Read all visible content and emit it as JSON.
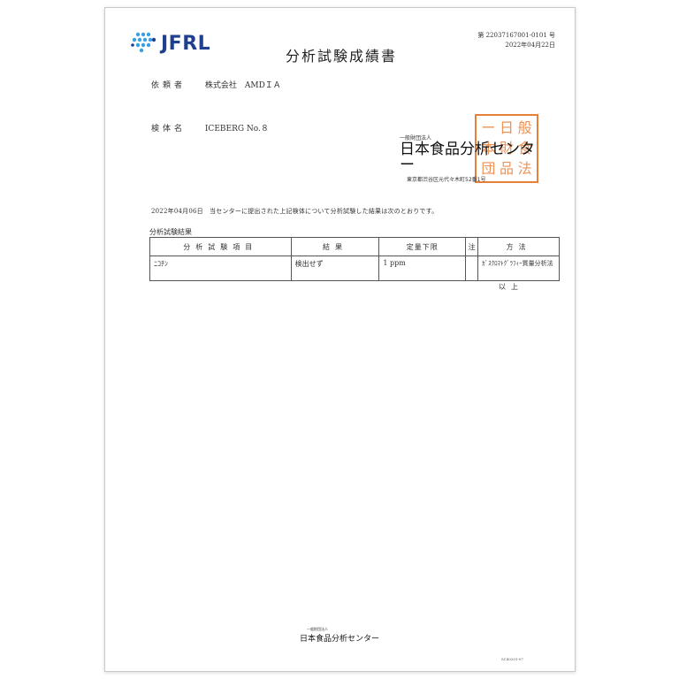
{
  "logo": {
    "text": "JFRL"
  },
  "title": "分析試験成績書",
  "doc_number": "第 22037167001-0101 号",
  "doc_date": "2022年04月22日",
  "client": {
    "label": "依頼者",
    "value": "株式会社　AMDＩＡ"
  },
  "sample": {
    "label": "検体名",
    "value": "ICEBERG No.８"
  },
  "issuer": {
    "org_type": "一般財団法人",
    "name": "日本食品分析センター",
    "address": "東京都渋谷区元代々木町52番1号"
  },
  "seal_glyphs": [
    "ー",
    "日",
    "般",
    "本",
    "財",
    "食",
    "団",
    "品",
    "法"
  ],
  "statement": "2022年04月06日　当センターに提出された上記検体について分析試験した結果は次のとおりです。",
  "section_title": "分析試験結果",
  "table": {
    "headers": [
      "分析試験項目",
      "結果",
      "定量下限",
      "注",
      "方法"
    ],
    "rows": [
      {
        "item": "ﾆｺﾁﾝ",
        "result": "検出せず",
        "lod": "1 ppm",
        "note": "",
        "method": "ｶﾞｽｸﾛﾏﾄｸﾞﾗﾌｨｰ質量分析法"
      }
    ]
  },
  "remark": "以上",
  "footer": {
    "org_type": "一般財団法人",
    "name": "日本食品分析センター"
  },
  "form_code": "SC40201-07",
  "colors": {
    "logo_blue": "#1f3f8f",
    "logo_light": "#3aa0e0",
    "seal_orange": "#e8803a"
  }
}
